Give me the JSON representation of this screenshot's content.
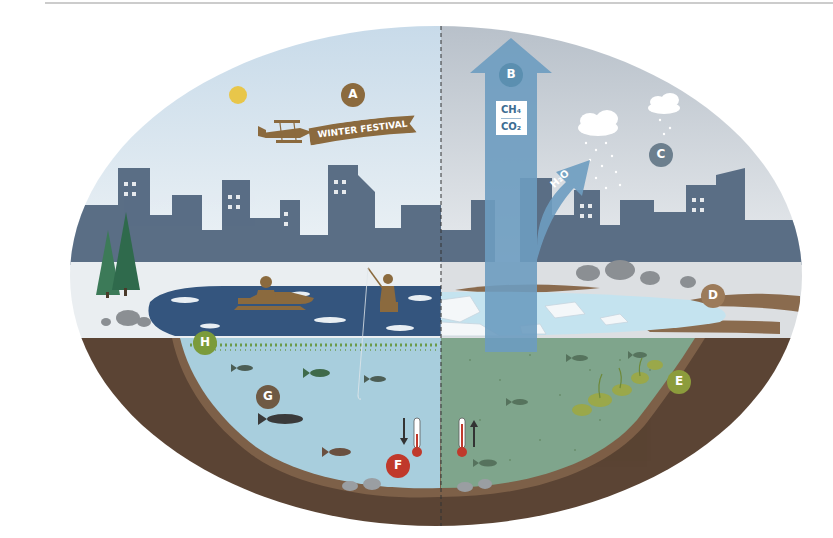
{
  "diagram": {
    "nodes": [
      {
        "text": [
          "A"
        ]
      },
      {
        "text": [
          "WINTER FESTIVAL"
        ]
      },
      {
        "text": [
          "B"
        ]
      },
      {
        "text": [
          "CH₄",
          "CO₂"
        ]
      },
      {
        "text": [
          "C"
        ]
      },
      {
        "text": [
          "D"
        ]
      },
      {
        "text": [
          "H"
        ]
      },
      {
        "text": [
          "G"
        ]
      },
      {
        "text": [
          "E"
        ]
      },
      {
        "text": [
          "F"
        ]
      }
    ],
    "labels": [
      "H₂O"
    ]
  }
}
